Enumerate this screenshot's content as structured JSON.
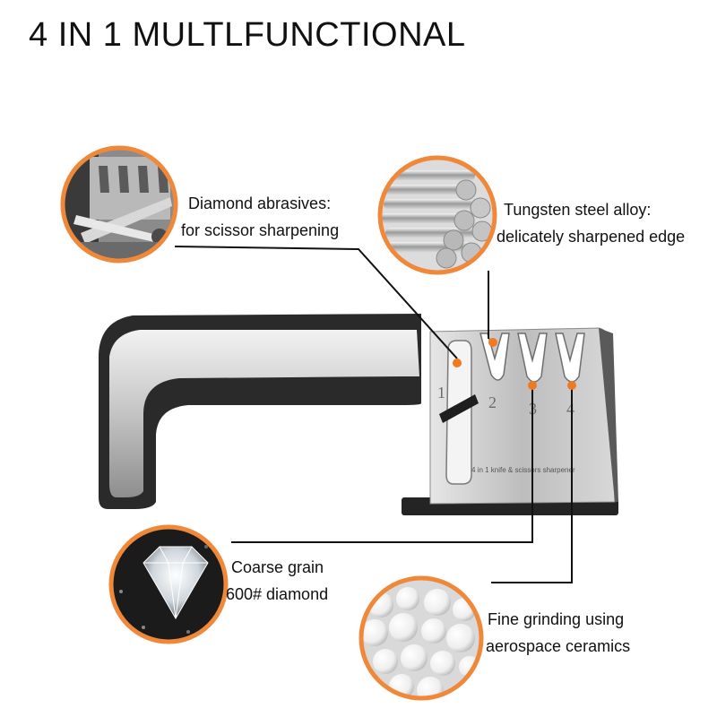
{
  "title": "4 IN 1 MULTLFUNCTIONAL",
  "callouts": {
    "scissor": {
      "line1": "Diamond abrasives:",
      "line2": "for scissor sharpening"
    },
    "tungsten": {
      "line1": "Tungsten steel alloy:",
      "line2": "delicately sharpened edge"
    },
    "coarse": {
      "line1": "Coarse grain",
      "line2": "600# diamond"
    },
    "ceramic": {
      "line1": "Fine grinding using",
      "line2": "aerospace ceramics"
    }
  },
  "product": {
    "slot_numbers": [
      "1",
      "2",
      "3",
      "4"
    ],
    "engraving": "4 in 1 knife & scissors sharpener"
  },
  "colors": {
    "callout_ring": "#f0883a",
    "callout_line": "#111111",
    "marker": "#f07a20",
    "handle_silver": "#c7c7c7",
    "handle_dark": "#2b2b2b"
  }
}
